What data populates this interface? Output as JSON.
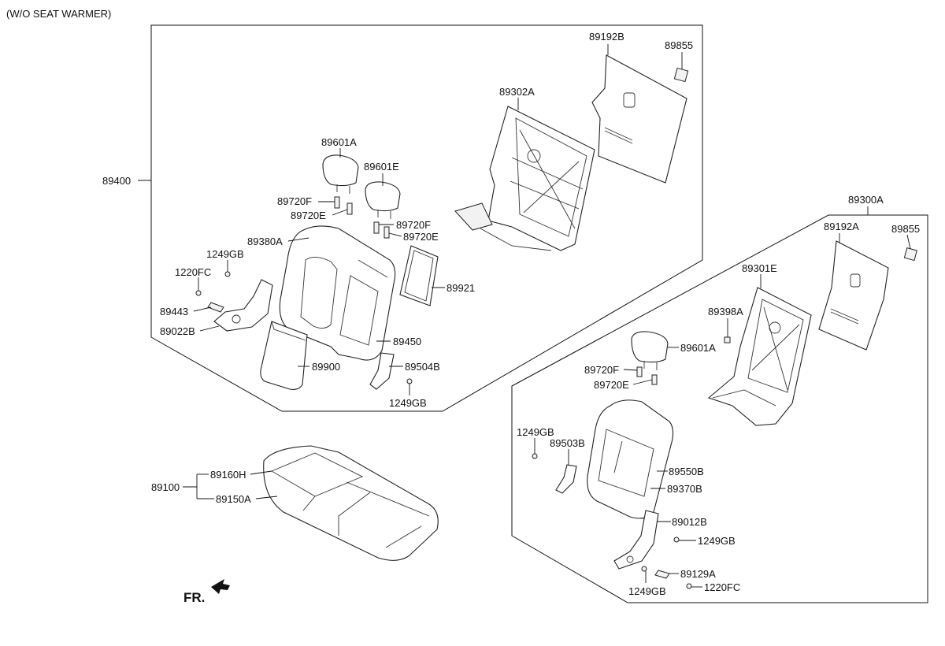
{
  "note": "(W/O SEAT WARMER)",
  "direction_label": "FR.",
  "labels": {
    "89400": "89400",
    "89192B": "89192B",
    "89855_a": "89855",
    "89302A": "89302A",
    "89601A_a": "89601A",
    "89601E": "89601E",
    "89720F_a": "89720F",
    "89720E_a": "89720E",
    "89720F_b": "89720F",
    "89720E_b": "89720E",
    "89380A": "89380A",
    "1249GB_a": "1249GB",
    "1220FC_a": "1220FC",
    "89443": "89443",
    "89022B": "89022B",
    "89921": "89921",
    "89450": "89450",
    "89900": "89900",
    "89504B": "89504B",
    "1249GB_b": "1249GB",
    "89100": "89100",
    "89160H": "89160H",
    "89150A": "89150A",
    "89300A": "89300A",
    "89192A": "89192A",
    "89855_b": "89855",
    "89301E": "89301E",
    "89398A": "89398A",
    "89601A_b": "89601A",
    "89720F_c": "89720F",
    "89720E_c": "89720E",
    "1249GB_c": "1249GB",
    "89503B": "89503B",
    "89550B": "89550B",
    "89370B": "89370B",
    "89012B": "89012B",
    "1249GB_d": "1249GB",
    "89129A": "89129A",
    "1249GB_e": "1249GB",
    "1220FC_b": "1220FC"
  }
}
